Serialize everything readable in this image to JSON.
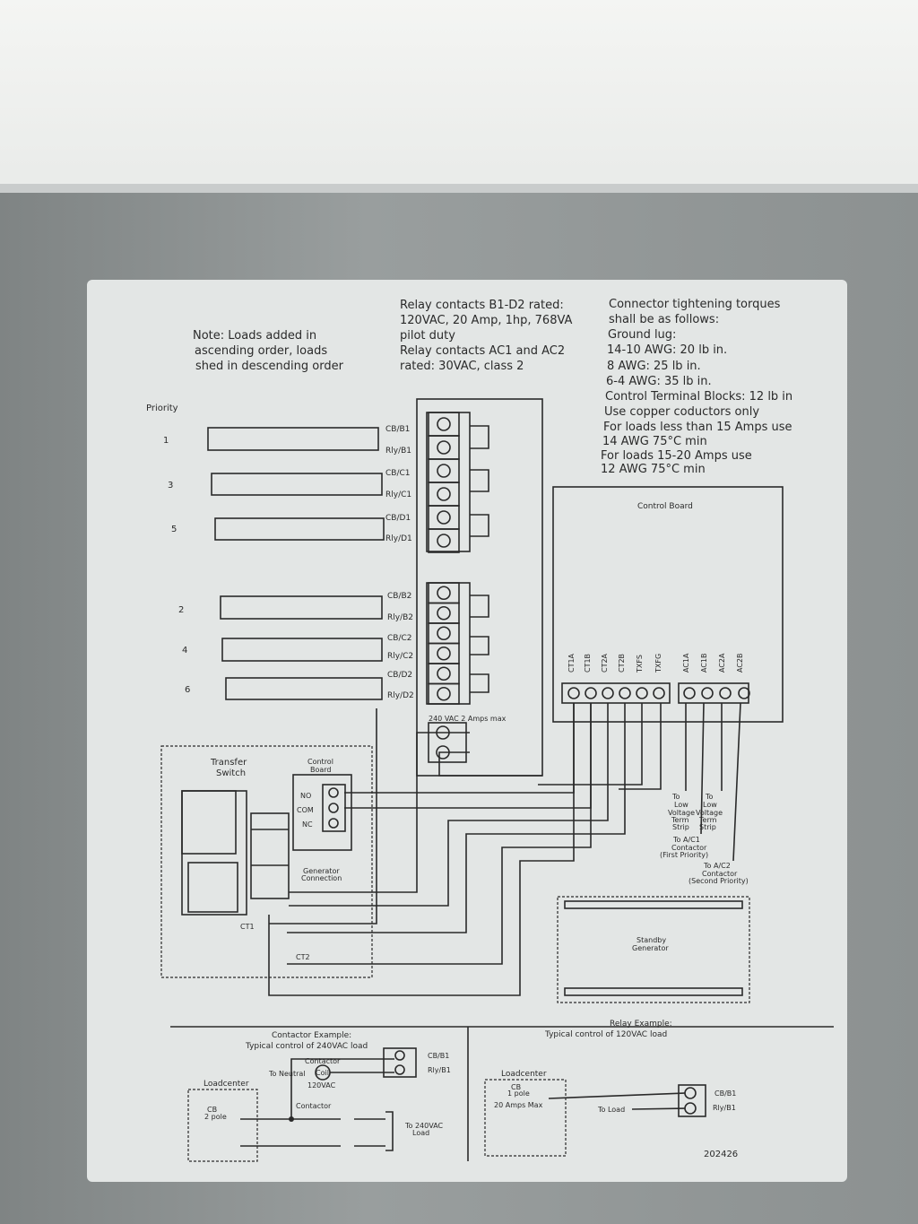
{
  "note": [
    "Note: Loads added in",
    "ascending order, loads",
    "shed in descending order"
  ],
  "relay_rating": [
    "Relay contacts B1-D2 rated:",
    "120VAC,  20 Amp, 1hp, 768VA",
    "pilot duty",
    "Relay contacts AC1 and AC2",
    "rated: 30VAC, class 2"
  ],
  "torques": [
    "Connector tightening torques",
    "shall be as follows:",
    "Ground lug:",
    "14-10 AWG:   20 lb in.",
    "8 AWG:       25 lb in.",
    "6-4 AWG:     35 lb in.",
    "Control Terminal Blocks: 12 lb in",
    "Use copper coductors only",
    "For loads less than 15 Amps use",
    "14 AWG 75°C min",
    "For loads 15-20 Amps use",
    "12 AWG 75°C min"
  ],
  "priority_heading": "Priority",
  "priorities": [
    "1",
    "3",
    "5",
    "2",
    "4",
    "6"
  ],
  "terminal_labels": [
    "CB/B1",
    "Rly/B1",
    "CB/C1",
    "Rly/C1",
    "CB/D1",
    "Rly/D1",
    "CB/B2",
    "Rly/B2",
    "CB/C2",
    "Rly/C2",
    "CB/D2",
    "Rly/D2"
  ],
  "supply_label": "240 VAC 2 Amps max",
  "control_board": {
    "title": "Control Board",
    "ct_terminals": [
      "CT1A",
      "CT1B",
      "CT2A",
      "CT2B",
      "TXFS",
      "TXFG"
    ],
    "ac_terminals": [
      "AC1A",
      "AC1B",
      "AC2A",
      "AC2B"
    ]
  },
  "low_voltage": [
    "To",
    "Low",
    "Voltage",
    "Term",
    "Strip"
  ],
  "ac1_label": [
    "To A/C1",
    "Contactor",
    "(First Priority)"
  ],
  "ac2_label": [
    "To A/C2",
    "Contactor",
    "(Second Priority)"
  ],
  "transfer_switch": {
    "title": [
      "Transfer",
      "Switch"
    ],
    "board": [
      "Control",
      "Board"
    ],
    "contacts": [
      "NO",
      "COM",
      "NC"
    ],
    "generator": [
      "Generator",
      "Connection"
    ],
    "ct1": "CT1",
    "ct2": "CT2"
  },
  "generator": [
    "Standby",
    "Generator"
  ],
  "contactor_example": {
    "title": [
      "Contactor Example:",
      "Typical control of 240VAC load"
    ],
    "loadcenter": "Loadcenter",
    "cb": [
      "CB",
      "2 pole"
    ],
    "to_neutral": "To Neutral",
    "coil": "Coil",
    "contactor": "Contactor",
    "voltage": "120VAC",
    "load": [
      "To 240VAC",
      "Load"
    ],
    "terms": [
      "CB/B1",
      "Rly/B1"
    ]
  },
  "relay_example": {
    "title": [
      "Relay Example:",
      "Typical control of 120VAC load"
    ],
    "loadcenter": "Loadcenter",
    "cb": [
      "CB",
      "1 pole"
    ],
    "max": "20 Amps Max",
    "to_load": "To Load",
    "terms": [
      "CB/B1",
      "Rly/B1"
    ]
  },
  "part_number": "202426"
}
